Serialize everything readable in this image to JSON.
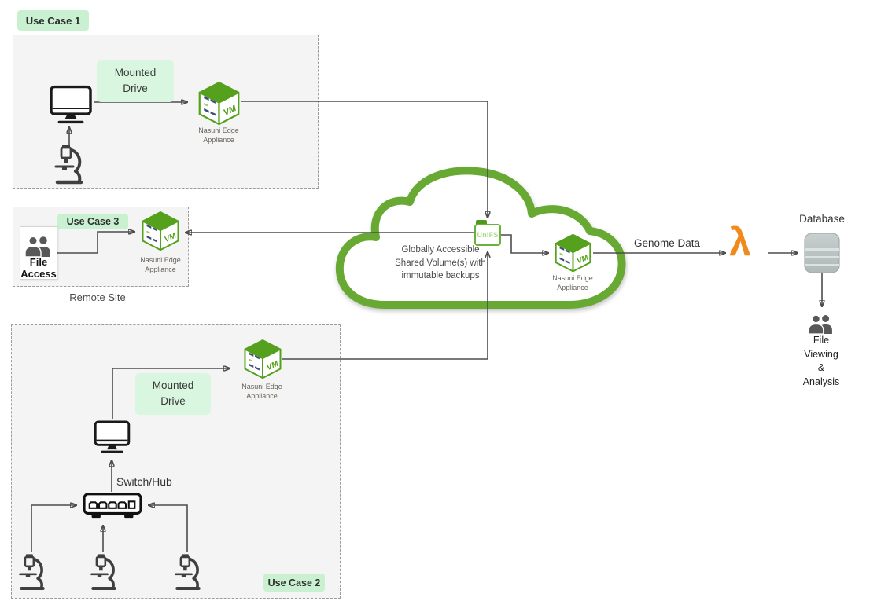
{
  "colors": {
    "accent_green": "#55a01c",
    "cloud_green": "#68a933",
    "chip_green": "#c9f1d1",
    "chip_green_light": "#d9f7e0",
    "lambda_orange": "#f08a1d",
    "connector_gray": "#4d4d4d",
    "panel_gray": "#f4f4f4"
  },
  "use_case_1": {
    "title": "Use Case 1",
    "mounted_drive_label": "Mounted Drive",
    "appliance_label": "Nasuni Edge Appliance"
  },
  "use_case_3": {
    "title": "Use Case 3",
    "file_access_label": "File Access",
    "appliance_label": "Nasuni Edge Appliance",
    "site_label": "Remote Site"
  },
  "use_case_2": {
    "title": "Use Case 2",
    "switch_label": "Switch/Hub",
    "mounted_drive_label": "Mounted Drive",
    "appliance_label": "Nasuni Edge Appliance"
  },
  "cloud": {
    "description": "Globally Accessible Shared Volume(s) with immutable backups",
    "unifs_label": "UniFS",
    "appliance_label": "Nasuni Edge Appliance"
  },
  "pipeline": {
    "genome_data_label": "Genome Data",
    "lambda_symbol": "λ",
    "database_label": "Database",
    "file_viewing_label": "File Viewing & Analysis"
  },
  "vm_badge": "VM"
}
